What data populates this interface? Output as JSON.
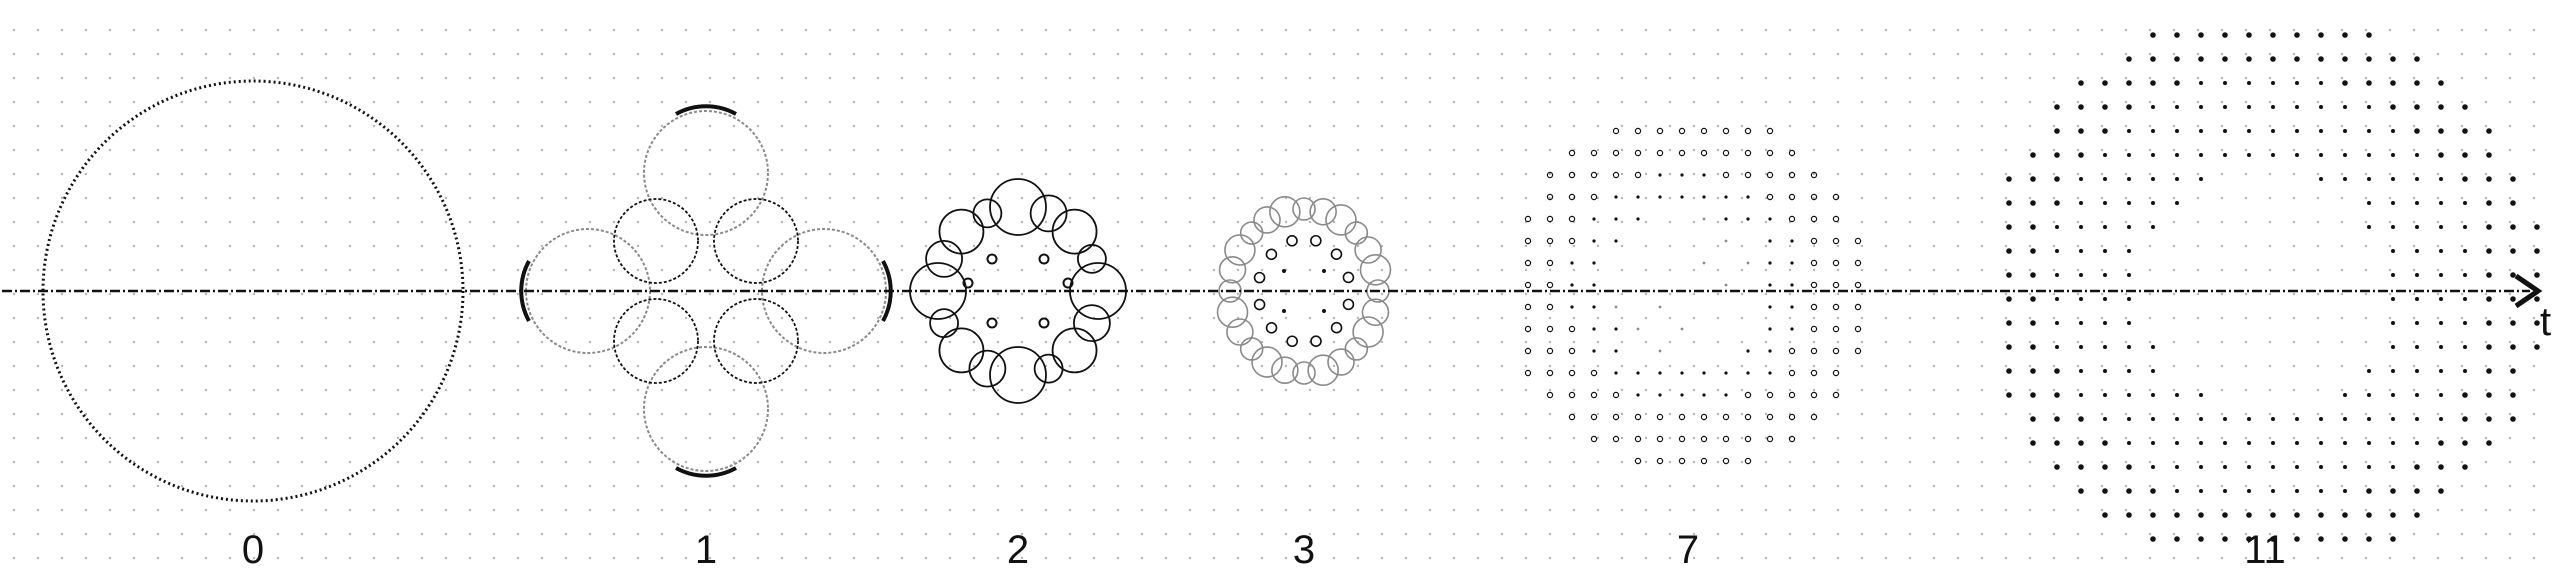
{
  "diagram": {
    "axis_label": "t",
    "stages": [
      {
        "label": "0"
      },
      {
        "label": "1"
      },
      {
        "label": "2"
      },
      {
        "label": "3"
      },
      {
        "label": "7"
      },
      {
        "label": "11"
      }
    ]
  },
  "colors": {
    "background": "#ffffff",
    "grid_dot": "#b5b5b5",
    "axis": "#111111",
    "stroke_dark": "#111111",
    "stroke_light": "#8a8a8a"
  }
}
